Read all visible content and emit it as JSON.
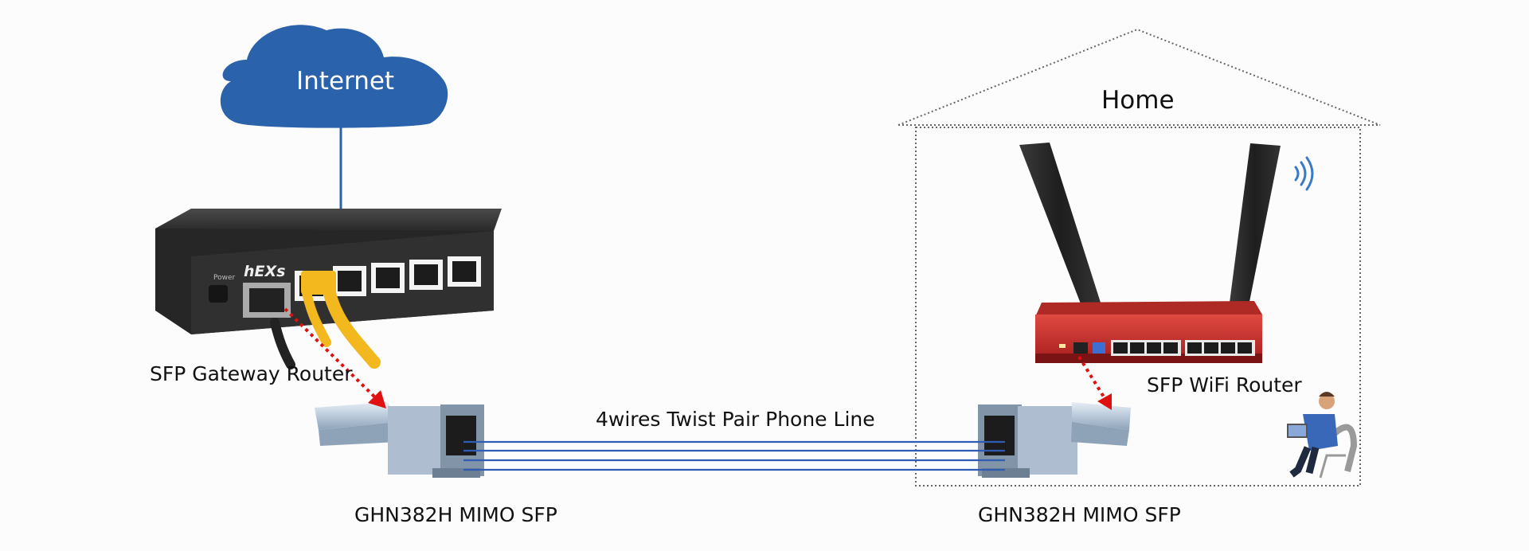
{
  "cloud": {
    "label": "Internet"
  },
  "house": {
    "label": "Home"
  },
  "gateway": {
    "label": "SFP Gateway Router",
    "brand": "hEXs",
    "power_label": "Power"
  },
  "wifi_router": {
    "label": "SFP WiFi Router"
  },
  "line": {
    "label": "4wires Twist Pair Phone Line",
    "wire_count": 4
  },
  "sfp_left": {
    "label": "GHN382H MIMO SFP"
  },
  "sfp_right": {
    "label": "GHN382H MIMO SFP"
  },
  "colors": {
    "cloud": "#2b62ac",
    "wire": "#2f5db4",
    "arrow": "#e01010",
    "ethernet_cable": "#f2b81d",
    "router_body": "#c62828",
    "switch_body": "#2e2e2e",
    "antenna": "#2a2a2a",
    "house_outline": "#666666"
  },
  "icons": [
    "cloud-icon",
    "house-outline",
    "switch-device",
    "wifi-router-device",
    "sfp-module-icon",
    "wifi-signal-icon",
    "person-laptop-icon"
  ]
}
